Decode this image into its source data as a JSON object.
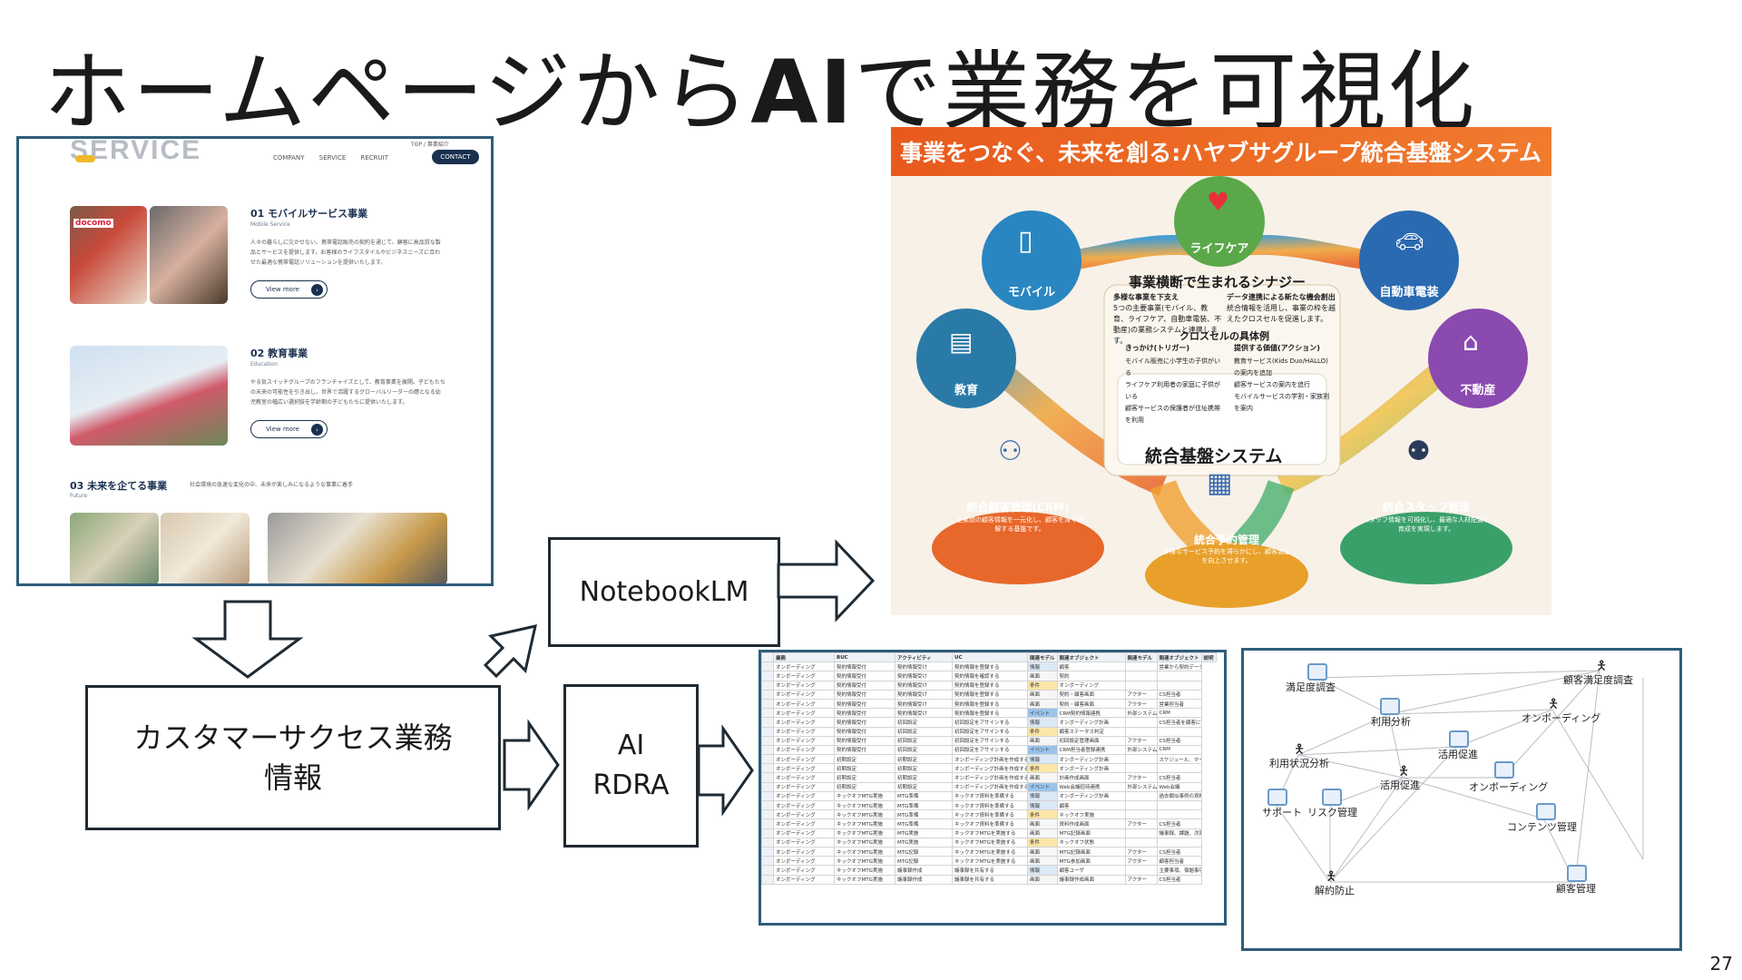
{
  "slide": {
    "title_part1": "ホームページから",
    "title_ai": "AI",
    "title_part2": "で業務を可視化",
    "page_number": "27"
  },
  "flow": {
    "notebooklm": "NotebookLM",
    "ai": "AI",
    "rdra": "RDRA",
    "cs_line1": "カスタマーサクセス業務",
    "cs_line2": "情報"
  },
  "website": {
    "logo": "SERVICE",
    "breadcrumb": "TOP / 事業紹介",
    "nav": [
      "COMPANY",
      "SERVICE",
      "RECRUIT"
    ],
    "contact": "CONTACT",
    "services": [
      {
        "title": "01 モバイルサービス事業",
        "sub": "Mobile Service",
        "text": "人々の暮らしに欠かせない、携帯電話販売の契約を通じて、顧客に高品質な製品とサービスを提供します。お客様のライフスタイルやビジネスニーズに合わせた最適な携帯電話ソリューションを提供いたします。",
        "view_more": "View more"
      },
      {
        "title": "02 教育事業",
        "sub": "Education",
        "text": "やる気スイッチグループのフランチャイズとして、教育事業を展開。子どもたちの未来の可能性を引き出し、世界で活躍するグローバルリーダーの礎となる幼児教室の幅広い選択肢を学齢期の子どもたちに提供いたします。",
        "view_more": "View more"
      },
      {
        "title": "03 未来を企てる事業",
        "sub": "Future",
        "text": "社会環境の急速な変化の中、未来が楽しみになるような事業に着手",
        "view_more": ""
      }
    ]
  },
  "infographic": {
    "banner": "事業をつなぐ、未来を創る:ハヤブサグループ統合基盤システム",
    "labels": {
      "mobile": "モバイル",
      "lifecare": "ライフケア",
      "auto": "自動車電装",
      "education": "教育",
      "realestate": "不動産",
      "synergy": "事業横断で生まれるシナジー",
      "platform": "統合基盤システム",
      "crm": "統合顧客管理(CRM)",
      "reservation": "統合予約管理",
      "staff": "統合スタッフ管理",
      "crosssell": "クロスセルの具体例",
      "trigger": "きっかけ(トリガー)",
      "value": "提供する価値(アクション)"
    },
    "synergy_points": [
      "多様な事業を下支え",
      "データ連携による新たな機会創出"
    ],
    "synergy_desc1": "5つの主要事業(モバイル、教育、ライフケア、自動車電装、不動産)の業務システムと連携します。",
    "synergy_desc2": "統合情報を活用し、事業の枠を越えたクロスセルを促進します。",
    "crm_desc": "企業間の顧客情報を一元化し、顧客を深く理解する基盤です。",
    "reservation_desc": "多様なサービス予約を滞らかにし、顧客満足を向上させます。",
    "staff_desc": "スタッフ情報を可視化し、最適な人材配置と育成を実現します。",
    "cross_triggers": [
      "モバイル販売に小学生の子供がいる",
      "ライフケア利用者の家庭に子供がいる",
      "顧客サービスの保護者が住址携帯を利用"
    ],
    "cross_values": [
      "教育サービス(Kids Duo/HALLO)の案内を追加",
      "顧客サービスの案内を追行",
      "モバイルサービスの学割・家族割を案内"
    ]
  },
  "spreadsheet": {
    "headers": [
      "業務",
      "BUC",
      "アクティビティ",
      "UC",
      "関連モデル",
      "関連オブジェクト",
      "関連モデル",
      "関連オブジェクト",
      "説明"
    ],
    "rows": [
      [
        "オンボーディング",
        "契約情報受付",
        "契約情報受け",
        "契約情報を登録する",
        "情報",
        "顧客",
        "",
        "営業から契約データを受け取"
      ],
      [
        "オンボーディング",
        "契約情報受付",
        "契約情報受け",
        "契約情報を確認する",
        "画面",
        "契約",
        "",
        ""
      ],
      [
        "オンボーディング",
        "契約情報受付",
        "契約情報受け",
        "契約情報を登録する",
        "条件",
        "オンボーディング",
        "",
        ""
      ],
      [
        "オンボーディング",
        "契約情報受付",
        "契約情報受け",
        "契約情報を登録する",
        "画面",
        "契約・顧客画面",
        "アクター",
        "CS担当者"
      ],
      [
        "オンボーディング",
        "契約情報受付",
        "契約情報受け",
        "契約情報を登録する",
        "画面",
        "契約・顧客画面",
        "アクター",
        "営業担当者"
      ],
      [
        "オンボーディング",
        "契約情報受付",
        "契約情報受け",
        "契約情報を登録する",
        "イベント",
        "CRM契約情報連携",
        "外部システム",
        "CRM"
      ],
      [
        "オンボーディング",
        "契約情報受付",
        "初回設定",
        "初回設定をアサインする",
        "情報",
        "オンボーディング計画",
        "",
        "CS担当者を顧客に割り当て"
      ],
      [
        "オンボーディング",
        "契約情報受付",
        "初回設定",
        "初回設定をアサインする",
        "条件",
        "顧客ステータス判定",
        "",
        ""
      ],
      [
        "オンボーディング",
        "契約情報受付",
        "初回設定",
        "初回設定をアサインする",
        "画面",
        "初回設定管理画面",
        "アクター",
        "CS担当者"
      ],
      [
        "オンボーディング",
        "契約情報受付",
        "初回設定",
        "初回設定をアサインする",
        "イベント",
        "CRM担当者登録連携",
        "外部システム",
        "CRM"
      ],
      [
        "オンボーディング",
        "初期設定",
        "初期設定",
        "オンボーディング計画を作成する",
        "情報",
        "オンボーディング計画",
        "",
        "スケジュール、マイルストーン"
      ],
      [
        "オンボーディング",
        "初期設定",
        "初期設定",
        "オンボーディング計画を作成する",
        "条件",
        "オンボーディング計画",
        "",
        ""
      ],
      [
        "オンボーディング",
        "初期設定",
        "初期設定",
        "オンボーディング計画を作成する",
        "画面",
        "計画作成画面",
        "アクター",
        "CS担当者"
      ],
      [
        "オンボーディング",
        "初期設定",
        "初期設定",
        "オンボーディング計画を作成する",
        "イベント",
        "Web会議招待連携",
        "外部システム",
        "Web会議"
      ],
      [
        "オンボーディング",
        "キックオフMTG実施",
        "MTG準備",
        "キックオフ資料を準備する",
        "情報",
        "オンボーディング計画",
        "",
        "過去類似事例の資料を活用"
      ],
      [
        "オンボーディング",
        "キックオフMTG実施",
        "MTG準備",
        "キックオフ資料を準備する",
        "情報",
        "顧客",
        "",
        ""
      ],
      [
        "オンボーディング",
        "キックオフMTG実施",
        "MTG準備",
        "キックオフ資料を準備する",
        "条件",
        "キックオフ実施",
        "",
        ""
      ],
      [
        "オンボーディング",
        "キックオフMTG実施",
        "MTG準備",
        "キックオフ資料を準備する",
        "画面",
        "資料作成画面",
        "アクター",
        "CS担当者"
      ],
      [
        "オンボーディング",
        "キックオフMTG実施",
        "MTG実施",
        "キックオフMTGを実施する",
        "画面",
        "MTG記録画面",
        "",
        "議事録、課題、次回予定"
      ],
      [
        "オンボーディング",
        "キックオフMTG実施",
        "MTG実施",
        "キックオフMTGを実施する",
        "条件",
        "キックオフ状態",
        "",
        ""
      ],
      [
        "オンボーディング",
        "キックオフMTG実施",
        "MTG記録",
        "キックオフMTGを実施する",
        "画面",
        "MTG記録画面",
        "アクター",
        "CS担当者"
      ],
      [
        "オンボーディング",
        "キックオフMTG実施",
        "MTG記録",
        "キックオフMTGを実施する",
        "画面",
        "MTG参加画面",
        "アクター",
        "顧客担当者"
      ],
      [
        "オンボーディング",
        "キックオフMTG実施",
        "議事録作成",
        "議事録を共有する",
        "情報",
        "顧客ユーザ",
        "",
        "主要事項、宿題事項"
      ],
      [
        "オンボーディング",
        "キックオフMTG実施",
        "議事録作成",
        "議事録を共有する",
        "画面",
        "議事録作成画面",
        "アクター",
        "CS担当者"
      ]
    ]
  },
  "network": {
    "nodes": {
      "satisfaction_survey": "満足度調査",
      "customer_satisfaction_survey": "顧客満足度調査",
      "usage_analysis": "利用分析",
      "onboarding_1": "オンボーディング",
      "promotion_1": "活用促進",
      "usage_status_analysis": "利用状況分析",
      "promotion_2": "活用促進",
      "onboarding_2": "オンボーディング",
      "support": "サポート",
      "risk_management": "リスク管理",
      "content_management": "コンテンツ管理",
      "churn_prevention": "解約防止",
      "customer_management": "顧客管理"
    }
  },
  "colors": {
    "border": "#2f5d7a",
    "banner": "#e85a1c",
    "flow_border": "#1f2a33"
  }
}
